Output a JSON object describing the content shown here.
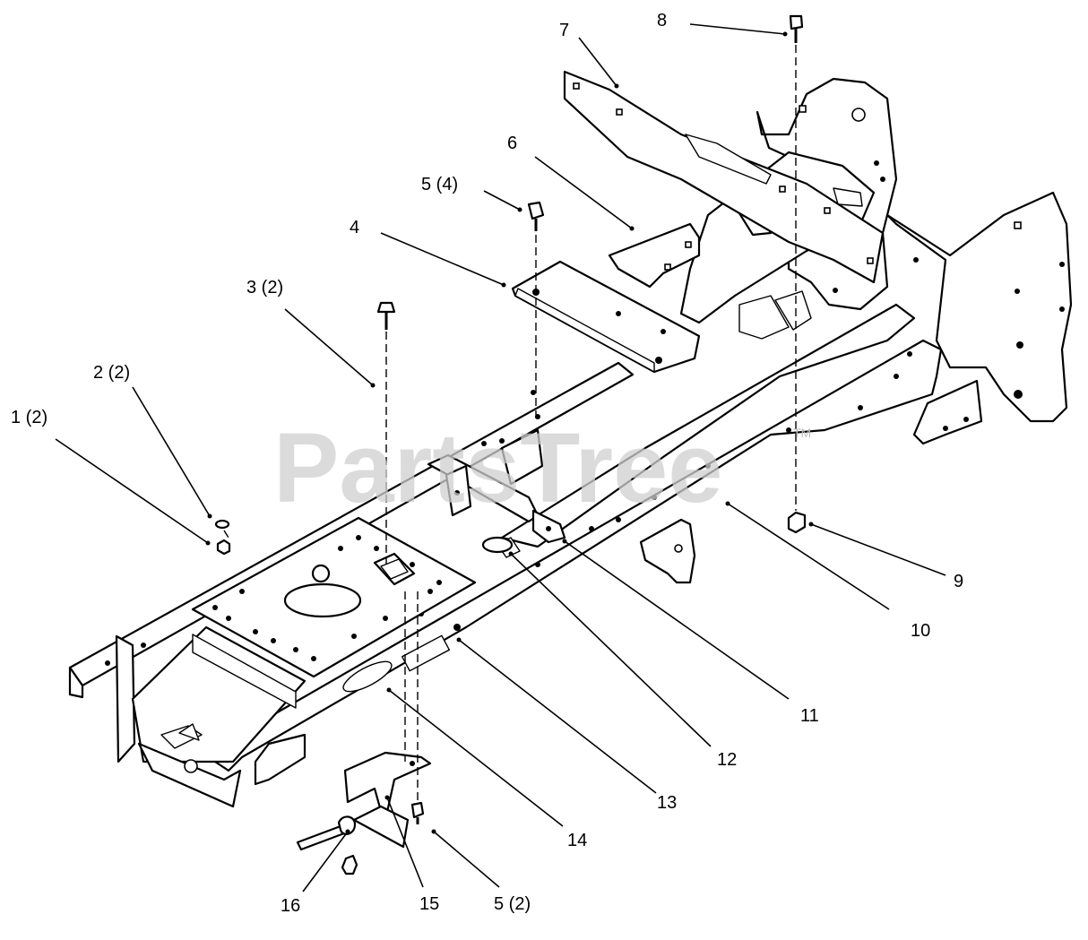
{
  "watermark": "PartsTree",
  "trademark": "TM",
  "callouts": [
    {
      "id": "c1",
      "label": "1 (2)"
    },
    {
      "id": "c2",
      "label": "2 (2)"
    },
    {
      "id": "c3",
      "label": "3 (2)"
    },
    {
      "id": "c4",
      "label": "4"
    },
    {
      "id": "c5a",
      "label": "5 (4)"
    },
    {
      "id": "c5b",
      "label": "5 (2)"
    },
    {
      "id": "c6",
      "label": "6"
    },
    {
      "id": "c7",
      "label": "7"
    },
    {
      "id": "c8",
      "label": "8"
    },
    {
      "id": "c9",
      "label": "9"
    },
    {
      "id": "c10",
      "label": "10"
    },
    {
      "id": "c11",
      "label": "11"
    },
    {
      "id": "c12",
      "label": "12"
    },
    {
      "id": "c13",
      "label": "13"
    },
    {
      "id": "c14",
      "label": "14"
    },
    {
      "id": "c15",
      "label": "15"
    },
    {
      "id": "c16",
      "label": "16"
    }
  ]
}
